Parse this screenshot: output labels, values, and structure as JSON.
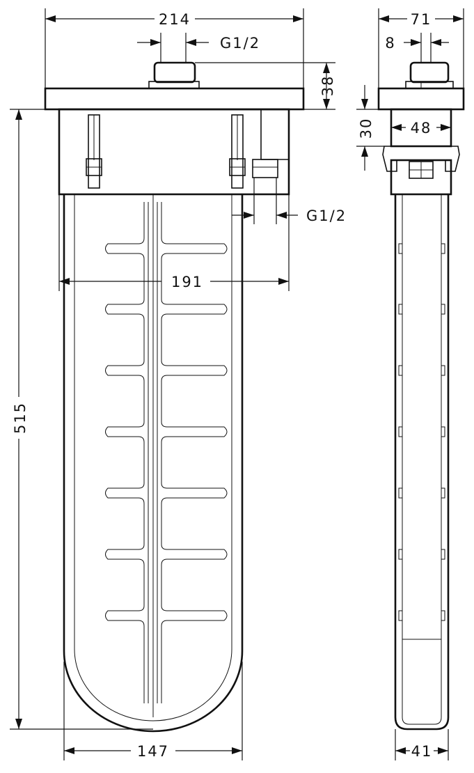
{
  "front_view": {
    "dim_width_top": "214",
    "dim_inlet_thread": "G1/2",
    "dim_flange_height": "38",
    "dim_outlet_thread": "G1/2",
    "dim_body_width": "191",
    "dim_total_height": "515",
    "dim_bottom_width": "147"
  },
  "side_view": {
    "dim_width_top": "71",
    "dim_offset": "8",
    "dim_neck_height": "30",
    "dim_neck_width": "48",
    "dim_bottom_width": "41"
  }
}
